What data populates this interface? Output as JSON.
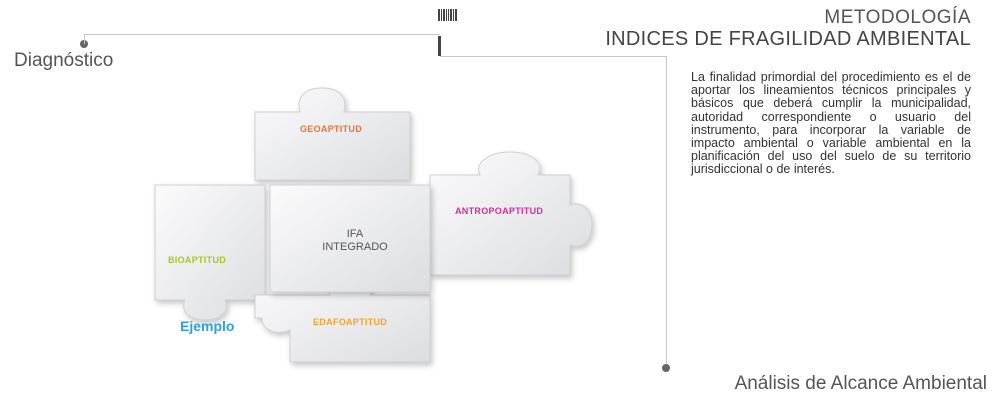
{
  "header": {
    "title": "METODOLOGÍA",
    "subtitle": "INDICES DE FRAGILIDAD AMBIENTAL"
  },
  "left_label": "Diagnóstico",
  "bottom_label": "Análisis de Alcance  Ambiental",
  "description": "La finalidad primordial del procedimiento es el de aportar los lineamientos técnicos principales y básicos que deberá cumplir la municipalidad, autoridad correspondiente o usuario del instrumento, para incorporar la variable de impacto ambiental o variable ambiental en la planificación del uso del suelo de su territorio jurisdiccional o de interés.",
  "puzzle": {
    "center_line1": "IFA",
    "center_line2": "INTEGRADO",
    "top": "GEOAPTITUD",
    "right": "ANTROPOAPTITUD",
    "left": "BIOAPTITUD",
    "bottom": "EDAFOAPTITUD",
    "colors": {
      "top": "#e8733a",
      "right": "#d4309a",
      "left": "#a6c81e",
      "bottom": "#f3a52a"
    }
  },
  "example_label": "Ejemplo",
  "colors": {
    "accent_blue": "#2f9fe0"
  }
}
